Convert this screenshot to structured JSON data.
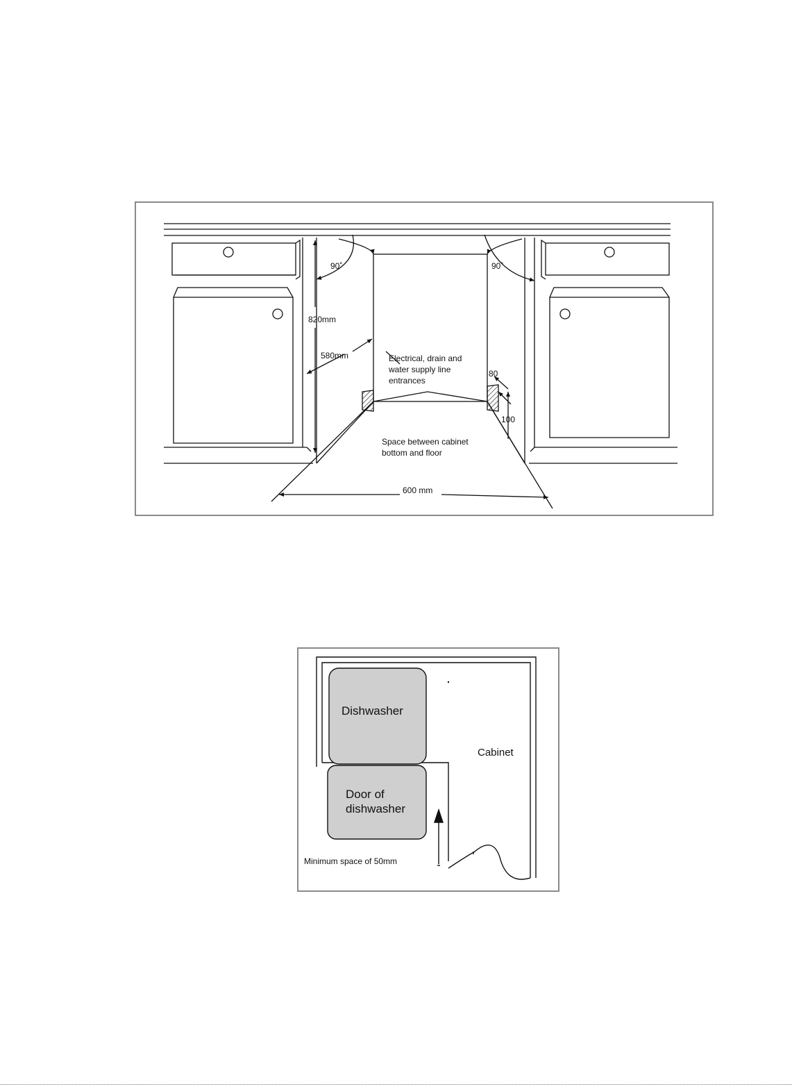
{
  "figure_installation": {
    "angle_left": "90˚",
    "angle_right": "90˚",
    "height_label": "820mm",
    "depth_label": "580mm",
    "entrances_label_line1": "Electrical, drain and",
    "entrances_label_line2": "water supply line",
    "entrances_label_line3": "entrances",
    "dim_80": "80",
    "dim_100": "100",
    "space_label_line1": "Space between cabinet",
    "space_label_line2": "bottom and floor",
    "width_label": "600 mm"
  },
  "figure_clearance": {
    "dishwasher_label": "Dishwasher",
    "door_label_line1": "Door of",
    "door_label_line2": "dishwasher",
    "cabinet_label": "Cabinet",
    "min_space_label": "Minimum space of 50mm"
  },
  "colors": {
    "line": "#111111",
    "appliance_fill": "#cfcfcf",
    "frame": "#8a8a8a"
  }
}
